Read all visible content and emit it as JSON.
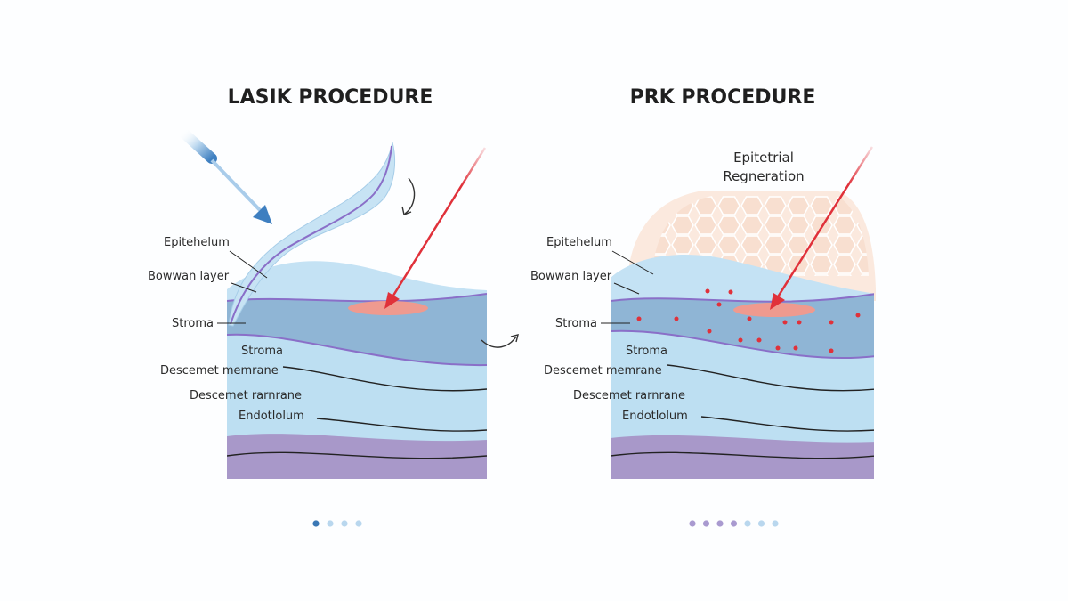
{
  "lasik": {
    "title": "LASIK PROCEDURE",
    "labels": {
      "epithelium": "Epitehelum",
      "bowman": "Bowwan layer",
      "stroma_side": "Stroma",
      "stroma_inner": "Stroma",
      "descemet_1": "Descemet memrane",
      "descemet_2": "Descemet rarnrane",
      "endothelium": "Endotlolum"
    },
    "dots": [
      "#3a78b5",
      "#b9d7ee",
      "#b9d7ee",
      "#b9d7ee"
    ]
  },
  "prk": {
    "title": "PRK PROCEDURE",
    "regen_label_1": "Epitetrial",
    "regen_label_2": "Regneration",
    "labels": {
      "epithelium": "Epitehelum",
      "bowman": "Bowwan layer",
      "stroma_side": "Stroma",
      "stroma_inner": "Stroma",
      "descemet_1": "Descemet memrane",
      "descemet_2": "Descemet rarnrane",
      "endothelium": "Endotlolum"
    },
    "dots": [
      "#a99ad0",
      "#a99ad0",
      "#a99ad0",
      "#a99ad0",
      "#b9d7ee",
      "#b9d7ee",
      "#b9d7ee"
    ]
  },
  "colors": {
    "stroma_light": "#bddff2",
    "stroma_dark": "#8db4d4",
    "endothelium": "#a898c9",
    "bowman_line": "#8a6fc8",
    "laser": "#e0313a",
    "ablation": "#ef9a8f",
    "instrument": "#3e7fc0",
    "regen": "#fbe9de"
  }
}
